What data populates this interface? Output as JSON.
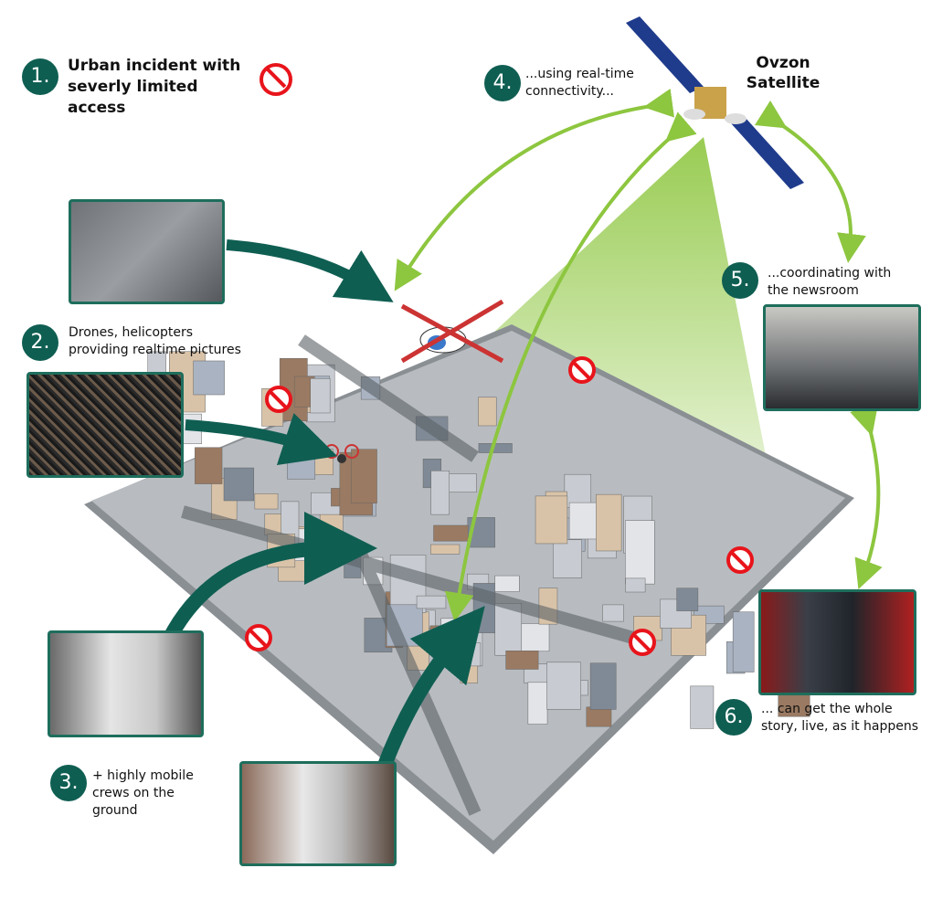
{
  "steps": [
    {
      "number": "1.",
      "text": "Urban incident with severly limited access"
    },
    {
      "number": "2.",
      "text": "Drones, helicopters providing realtime pictures"
    },
    {
      "number": "3.",
      "text": "+ highly mobile crews on the ground"
    },
    {
      "number": "4.",
      "text": "...using real-time connectivity..."
    },
    {
      "number": "5.",
      "text": "...coordinating with the newsroom"
    },
    {
      "number": "6.",
      "text": "... can get the whole story, live, as it happens"
    }
  ],
  "satellite_label": "Ovzon Satellite",
  "colors": {
    "badge": "#0f5e52",
    "arrow_green": "#8dc63f",
    "arrow_dark": "#0f5e52",
    "no_access": "#e8141b",
    "photo_border": "#1e6e5c"
  }
}
